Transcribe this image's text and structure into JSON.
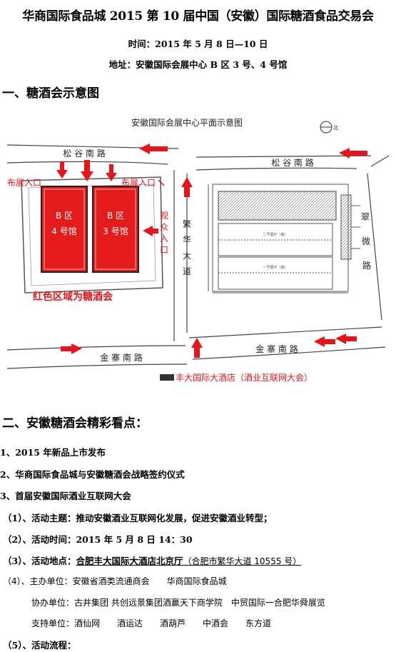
{
  "doc": {
    "title": "华商国际食品城 2015 第 10 届中国（安徽）国际糖酒食品交易会",
    "time": "时间：2015 年 5 月 8 日—10 日",
    "address": "地址：安徽国际会展中心 B 区 3 号、4 号馆"
  },
  "section1": {
    "heading": "一、糖酒会示意图"
  },
  "map": {
    "title": "安徽国际会展中心平面示意图",
    "north": "北",
    "road_north_left": "松 谷 南 路",
    "road_north_right": "松 谷 南 路",
    "road_south_left": "金 寨 南 路",
    "road_south_right": "金 寨 南 路",
    "road_middle": [
      "繁",
      "华",
      "大",
      "道"
    ],
    "road_east": [
      "翠",
      "微",
      "路"
    ],
    "entry_left": "布展入口",
    "entry_right": "布展入口",
    "audience_entry": [
      "观",
      "众",
      "入",
      "口"
    ],
    "hall4": [
      "B 区",
      "4 号馆"
    ],
    "hall3": [
      "B 区",
      "3 号馆"
    ],
    "red_note": "红色区域为糖酒会",
    "hotel": "丰大国际大酒店（酒业互联网大会）",
    "inner_hall_2": "二号展厅（南）",
    "inner_hall_1": "一号展厅（南）",
    "colors": {
      "red": "#e8141b",
      "hall": "#e31b1b"
    }
  },
  "section2": {
    "heading": "二、安徽糖酒会精彩看点："
  },
  "highlights": [
    "1、2015 年新品上市发布",
    "2、华商国际食品城与安徽糖酒会战略签约仪式",
    "3、首届安徽国际酒业互联网大会"
  ],
  "activity": {
    "theme": "（1）、活动主题：推动安徽酒业互联网化发展，促进安徽酒业转型；",
    "time": "（2）、活动时间：2015 年 5 月 8 日 14：30",
    "place_label": "（3）、活动地点：",
    "place_value": "合肥丰大国际大酒店北京厅",
    "place_note": "（合肥市繁华大道 10555 号）",
    "host": "（4）、主办单位：安徽省酒类流通商会　　华商国际食品城",
    "co_host": "协办单位：古井集团 共创远景集团酒赢天下商学院　中贸国际一合肥华舜展览",
    "support": "支持单位：酒仙网　　酒运达　　酒葫芦　　中酒会　　东方道",
    "flow": "（5）、活动流程："
  }
}
